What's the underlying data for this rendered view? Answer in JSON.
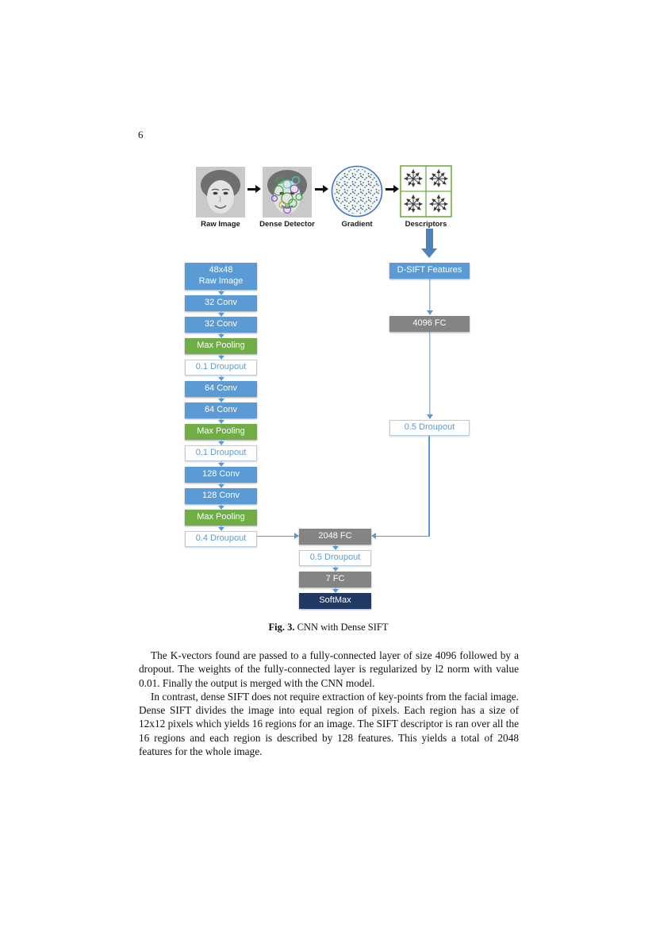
{
  "page": {
    "number": "6"
  },
  "figure": {
    "pipeline": {
      "items": [
        {
          "label": "Raw Image"
        },
        {
          "label": "Dense Detector"
        },
        {
          "label": "Gradient"
        },
        {
          "label": "Descriptors"
        }
      ]
    },
    "cnn_branch": [
      {
        "label": "48x48\nRaw Image",
        "style": "blue"
      },
      {
        "label": "32 Conv",
        "style": "blue"
      },
      {
        "label": "32 Conv",
        "style": "blue"
      },
      {
        "label": "Max Pooling",
        "style": "green"
      },
      {
        "label": "0.1 Droupout",
        "style": "outline"
      },
      {
        "label": "64 Conv",
        "style": "blue"
      },
      {
        "label": "64 Conv",
        "style": "blue"
      },
      {
        "label": "Max Pooling",
        "style": "green"
      },
      {
        "label": "0.1 Droupout",
        "style": "outline"
      },
      {
        "label": "128 Conv",
        "style": "blue"
      },
      {
        "label": "128 Conv",
        "style": "blue"
      },
      {
        "label": "Max Pooling",
        "style": "green"
      },
      {
        "label": "0.4 Droupout",
        "style": "outline"
      }
    ],
    "sift_branch": [
      {
        "label": "D-SIFT Features",
        "style": "blue"
      },
      {
        "label": "4096 FC",
        "style": "gray"
      },
      {
        "label": "0.5 Droupout",
        "style": "outline"
      }
    ],
    "merged_branch": [
      {
        "label": "2048 FC",
        "style": "gray"
      },
      {
        "label": "0.5 Droupout",
        "style": "outline"
      },
      {
        "label": "7 FC",
        "style": "gray"
      },
      {
        "label": "SoftMax",
        "style": "navy"
      }
    ],
    "caption": {
      "label": "Fig. 3.",
      "text": "CNN with Dense SIFT"
    },
    "colors": {
      "box_blue": "#5B9BD5",
      "box_green": "#70AD47",
      "box_gray": "#848484",
      "box_navy": "#1F3864",
      "outline_text": "#5B9BD5",
      "connector_blue": "#5B9BD5",
      "block_arrow_blue": "#4F81BD",
      "grid_green": "#70AD47"
    }
  },
  "body": {
    "paragraphs": [
      "The K-vectors found are passed to a fully-connected layer of size 4096 followed by a dropout. The weights of the fully-connected layer is regularized by l2 norm with value 0.01. Finally the output is merged with the CNN model.",
      "In contrast, dense SIFT does not require extraction of key-points from the facial image. Dense SIFT divides the image into equal region of pixels. Each region has a size of 12x12 pixels which yields 16 regions for an image. The SIFT descriptor is ran over all the 16 regions and each region is described by 128 features. This yields a total of 2048 features for the whole image."
    ]
  }
}
